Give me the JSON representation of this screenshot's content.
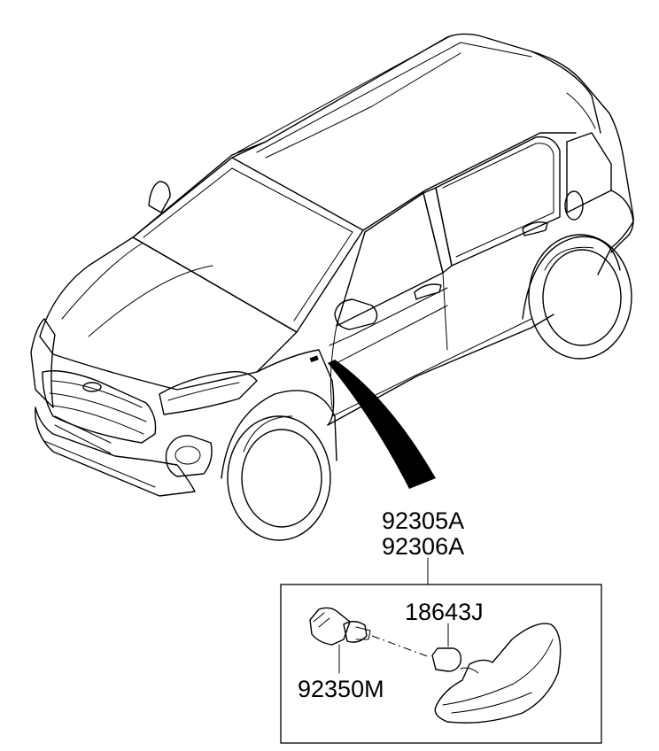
{
  "labels": {
    "assembly_1": "92305A",
    "assembly_2": "92306A",
    "bulb": "18643J",
    "socket": "92350M"
  }
}
